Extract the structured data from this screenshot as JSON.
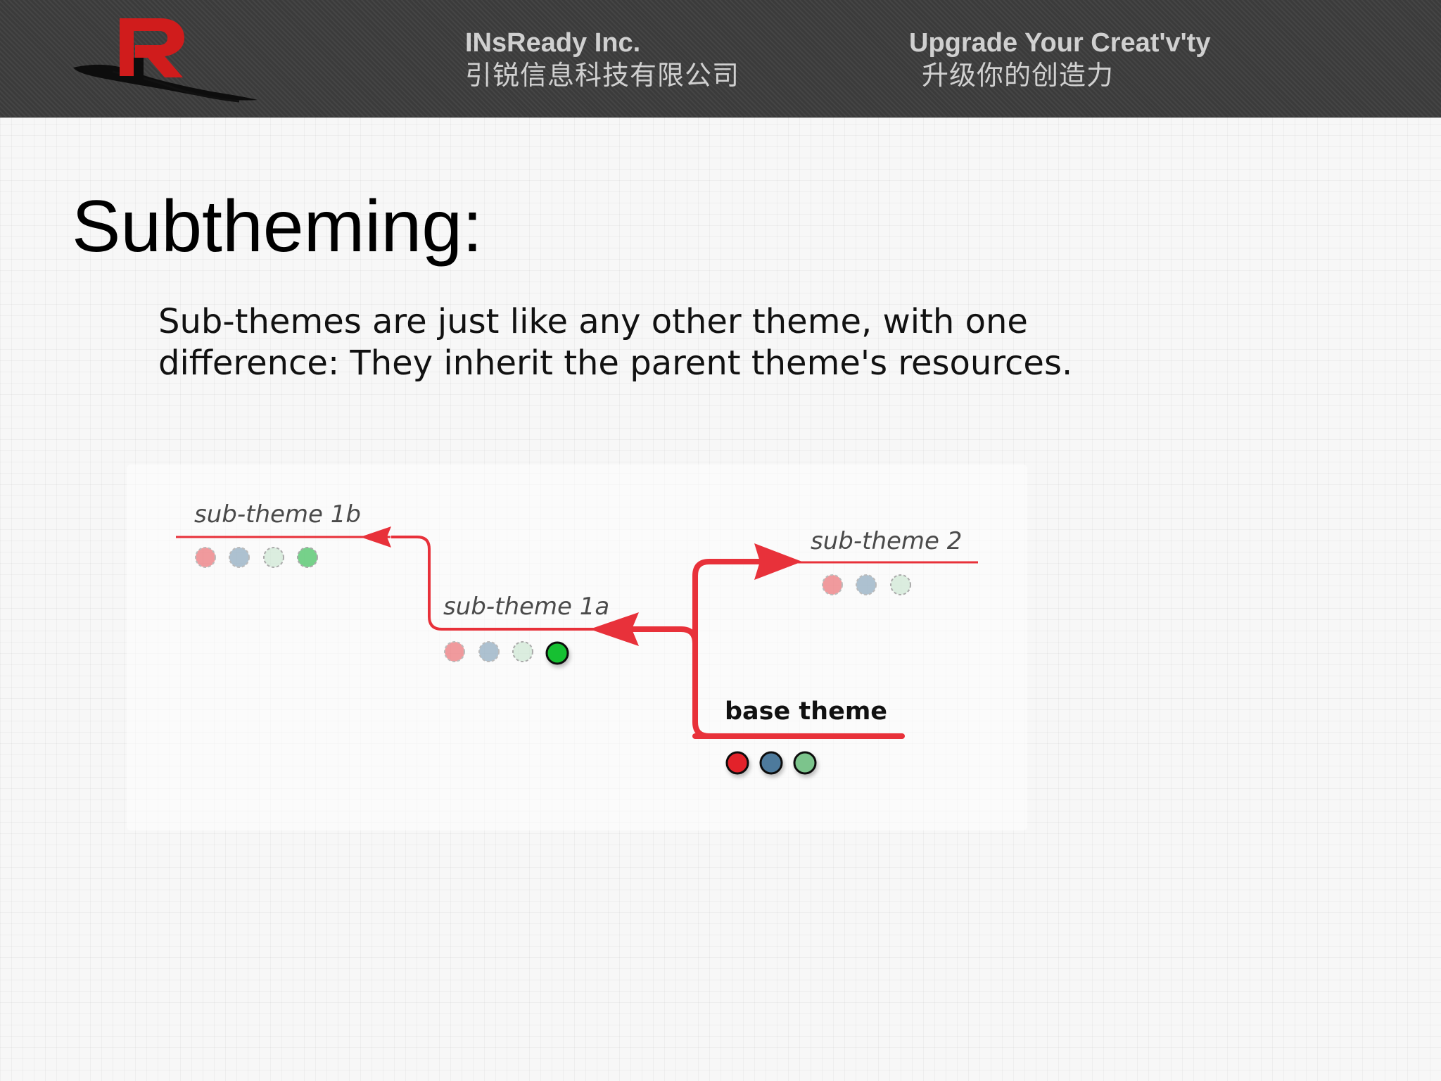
{
  "header": {
    "logo_icon": "insready-r-logo",
    "company_name_en": "INsReady Inc.",
    "company_name_zh": "引锐信息科技有限公司",
    "tagline_en": "Upgrade Your Creat'v'ty",
    "tagline_zh": "升级你的创造力"
  },
  "slide": {
    "title": "Subtheming:",
    "body_lines": [
      "Sub-themes are just like any other theme, with one",
      "difference: They inherit the parent theme's resources."
    ]
  },
  "diagram": {
    "colors": {
      "arrow": "#e8313a",
      "red": "#e3242b",
      "blue": "#4d7a9c",
      "green": "#7cc48c",
      "bright_green": "#18c030",
      "label_text": "#4a4a4a"
    },
    "nodes": [
      {
        "id": "sub-theme-1b",
        "label": "sub-theme 1b",
        "dots": [
          "red",
          "blue",
          "green",
          "green"
        ],
        "dots_style": [
          "faded",
          "faded",
          "faded-outline",
          "faded"
        ]
      },
      {
        "id": "sub-theme-1a",
        "label": "sub-theme 1a",
        "dots": [
          "red",
          "blue",
          "green",
          "bright_green"
        ],
        "dots_style": [
          "faded",
          "faded",
          "faded-outline",
          "solid"
        ]
      },
      {
        "id": "sub-theme-2",
        "label": "sub-theme 2",
        "dots": [
          "red",
          "blue",
          "green"
        ],
        "dots_style": [
          "faded",
          "faded",
          "faded-outline"
        ]
      },
      {
        "id": "base-theme",
        "label": "base theme",
        "dots": [
          "red",
          "blue",
          "green"
        ],
        "dots_style": [
          "solid",
          "solid",
          "solid"
        ]
      }
    ],
    "edges": [
      {
        "from": "base-theme",
        "to": "sub-theme-1a"
      },
      {
        "from": "base-theme",
        "to": "sub-theme-2"
      },
      {
        "from": "sub-theme-1a",
        "to": "sub-theme-1b"
      }
    ]
  }
}
